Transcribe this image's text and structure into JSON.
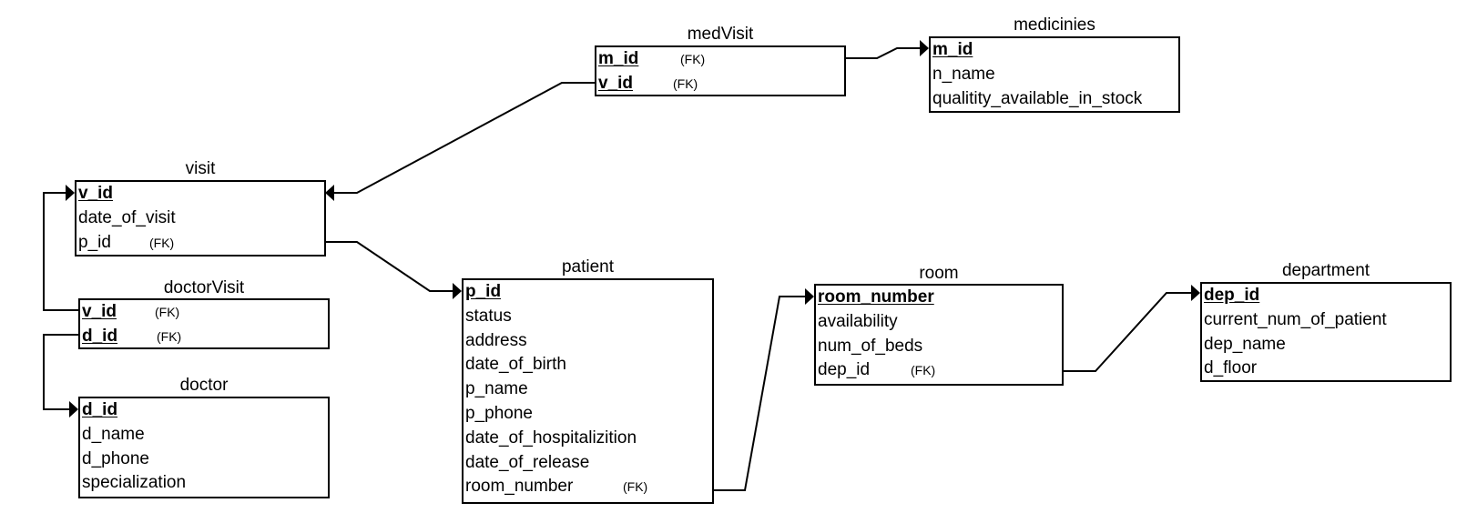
{
  "fk_marker": "(FK)",
  "entities": {
    "medVisit": {
      "title": "medVisit",
      "attrs": [
        {
          "name": "m_id",
          "pk": true,
          "fk": true
        },
        {
          "name": "v_id",
          "pk": true,
          "fk": true
        }
      ]
    },
    "medicinies": {
      "title": "medicinies",
      "attrs": [
        {
          "name": "m_id",
          "pk": true
        },
        {
          "name": "n_name"
        },
        {
          "name": "qualitity_available_in_stock"
        }
      ]
    },
    "visit": {
      "title": "visit",
      "attrs": [
        {
          "name": "v_id",
          "pk": true
        },
        {
          "name": "date_of_visit"
        },
        {
          "name": "p_id",
          "fk": true
        }
      ]
    },
    "doctorVisit": {
      "title": "doctorVisit",
      "attrs": [
        {
          "name": "v_id",
          "pk": true,
          "fk": true
        },
        {
          "name": "d_id",
          "pk": true,
          "fk": true
        }
      ]
    },
    "doctor": {
      "title": "doctor",
      "attrs": [
        {
          "name": "d_id",
          "pk": true
        },
        {
          "name": "d_name"
        },
        {
          "name": "d_phone"
        },
        {
          "name": "specialization"
        }
      ]
    },
    "patient": {
      "title": "patient",
      "attrs": [
        {
          "name": "p_id",
          "pk": true
        },
        {
          "name": "status"
        },
        {
          "name": "address"
        },
        {
          "name": "date_of_birth"
        },
        {
          "name": "p_name"
        },
        {
          "name": "p_phone"
        },
        {
          "name": "date_of_hospitalizition"
        },
        {
          "name": "date_of_release"
        },
        {
          "name": "room_number",
          "fk": true
        }
      ]
    },
    "room": {
      "title": "room",
      "attrs": [
        {
          "name": "room_number",
          "pk": true
        },
        {
          "name": "availability"
        },
        {
          "name": "num_of_beds"
        },
        {
          "name": "dep_id",
          "fk": true
        }
      ]
    },
    "department": {
      "title": "department",
      "attrs": [
        {
          "name": "dep_id",
          "pk": true
        },
        {
          "name": "current_num_of_patient"
        },
        {
          "name": "dep_name"
        },
        {
          "name": "d_floor"
        }
      ]
    }
  },
  "relationships": [
    {
      "from": "medVisit.m_id",
      "to": "medicinies.m_id"
    },
    {
      "from": "medVisit.v_id",
      "to": "visit.v_id"
    },
    {
      "from": "visit.p_id",
      "to": "patient.p_id"
    },
    {
      "from": "doctorVisit.v_id",
      "to": "visit.v_id"
    },
    {
      "from": "doctorVisit.d_id",
      "to": "doctor.d_id"
    },
    {
      "from": "patient.room_number",
      "to": "room.room_number"
    },
    {
      "from": "room.dep_id",
      "to": "department.dep_id"
    }
  ]
}
